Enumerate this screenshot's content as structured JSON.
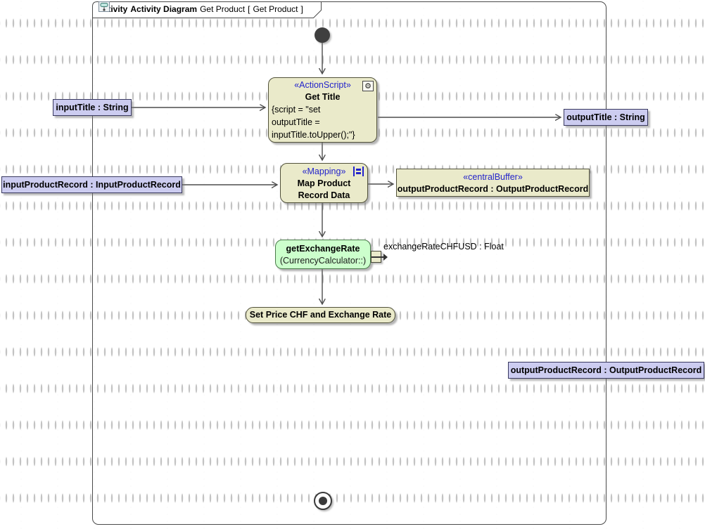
{
  "frame": {
    "keyword": "activity",
    "diagram_type": "Activity Diagram",
    "name": "Get Product",
    "open_bracket": "[",
    "ref_name": "Get Product",
    "close_bracket": "]"
  },
  "nodes": {
    "get_title": {
      "stereotype": "«ActionScript»",
      "name": "Get Title",
      "script_line1": "{script = \"set",
      "script_line2": "outputTitle =",
      "script_line3": "inputTitle.toUpper();\"}"
    },
    "mapping": {
      "stereotype": "«Mapping»",
      "name_line1": "Map Product",
      "name_line2": "Record Data"
    },
    "central_buffer": {
      "stereotype": "«centralBuffer»",
      "name": "outputProductRecord : OutputProductRecord"
    },
    "get_exchange_rate": {
      "name": "getExchangeRate",
      "qualifier": "(CurrencyCalculator::)",
      "pin_label": "exchangeRateCHFUSD : Float"
    },
    "set_price": {
      "name": "Set Price CHF and Exchange Rate"
    }
  },
  "parameters": {
    "input_title": "inputTitle : String",
    "output_title": "outputTitle : String",
    "input_product_record": "inputProductRecord : InputProductRecord",
    "output_product_record": "outputProductRecord : OutputProductRecord"
  },
  "icons": {
    "script_gear": "⚙"
  },
  "colors": {
    "node_fill": "#eaeaca",
    "node_border": "#51513a",
    "param_fill": "#ccccf0",
    "param_border": "#38385f",
    "green_fill": "#ccffcc",
    "green_border": "#4a7a4a",
    "stereotype_color": "#2323cb",
    "edge_color": "#4d4d4d"
  }
}
